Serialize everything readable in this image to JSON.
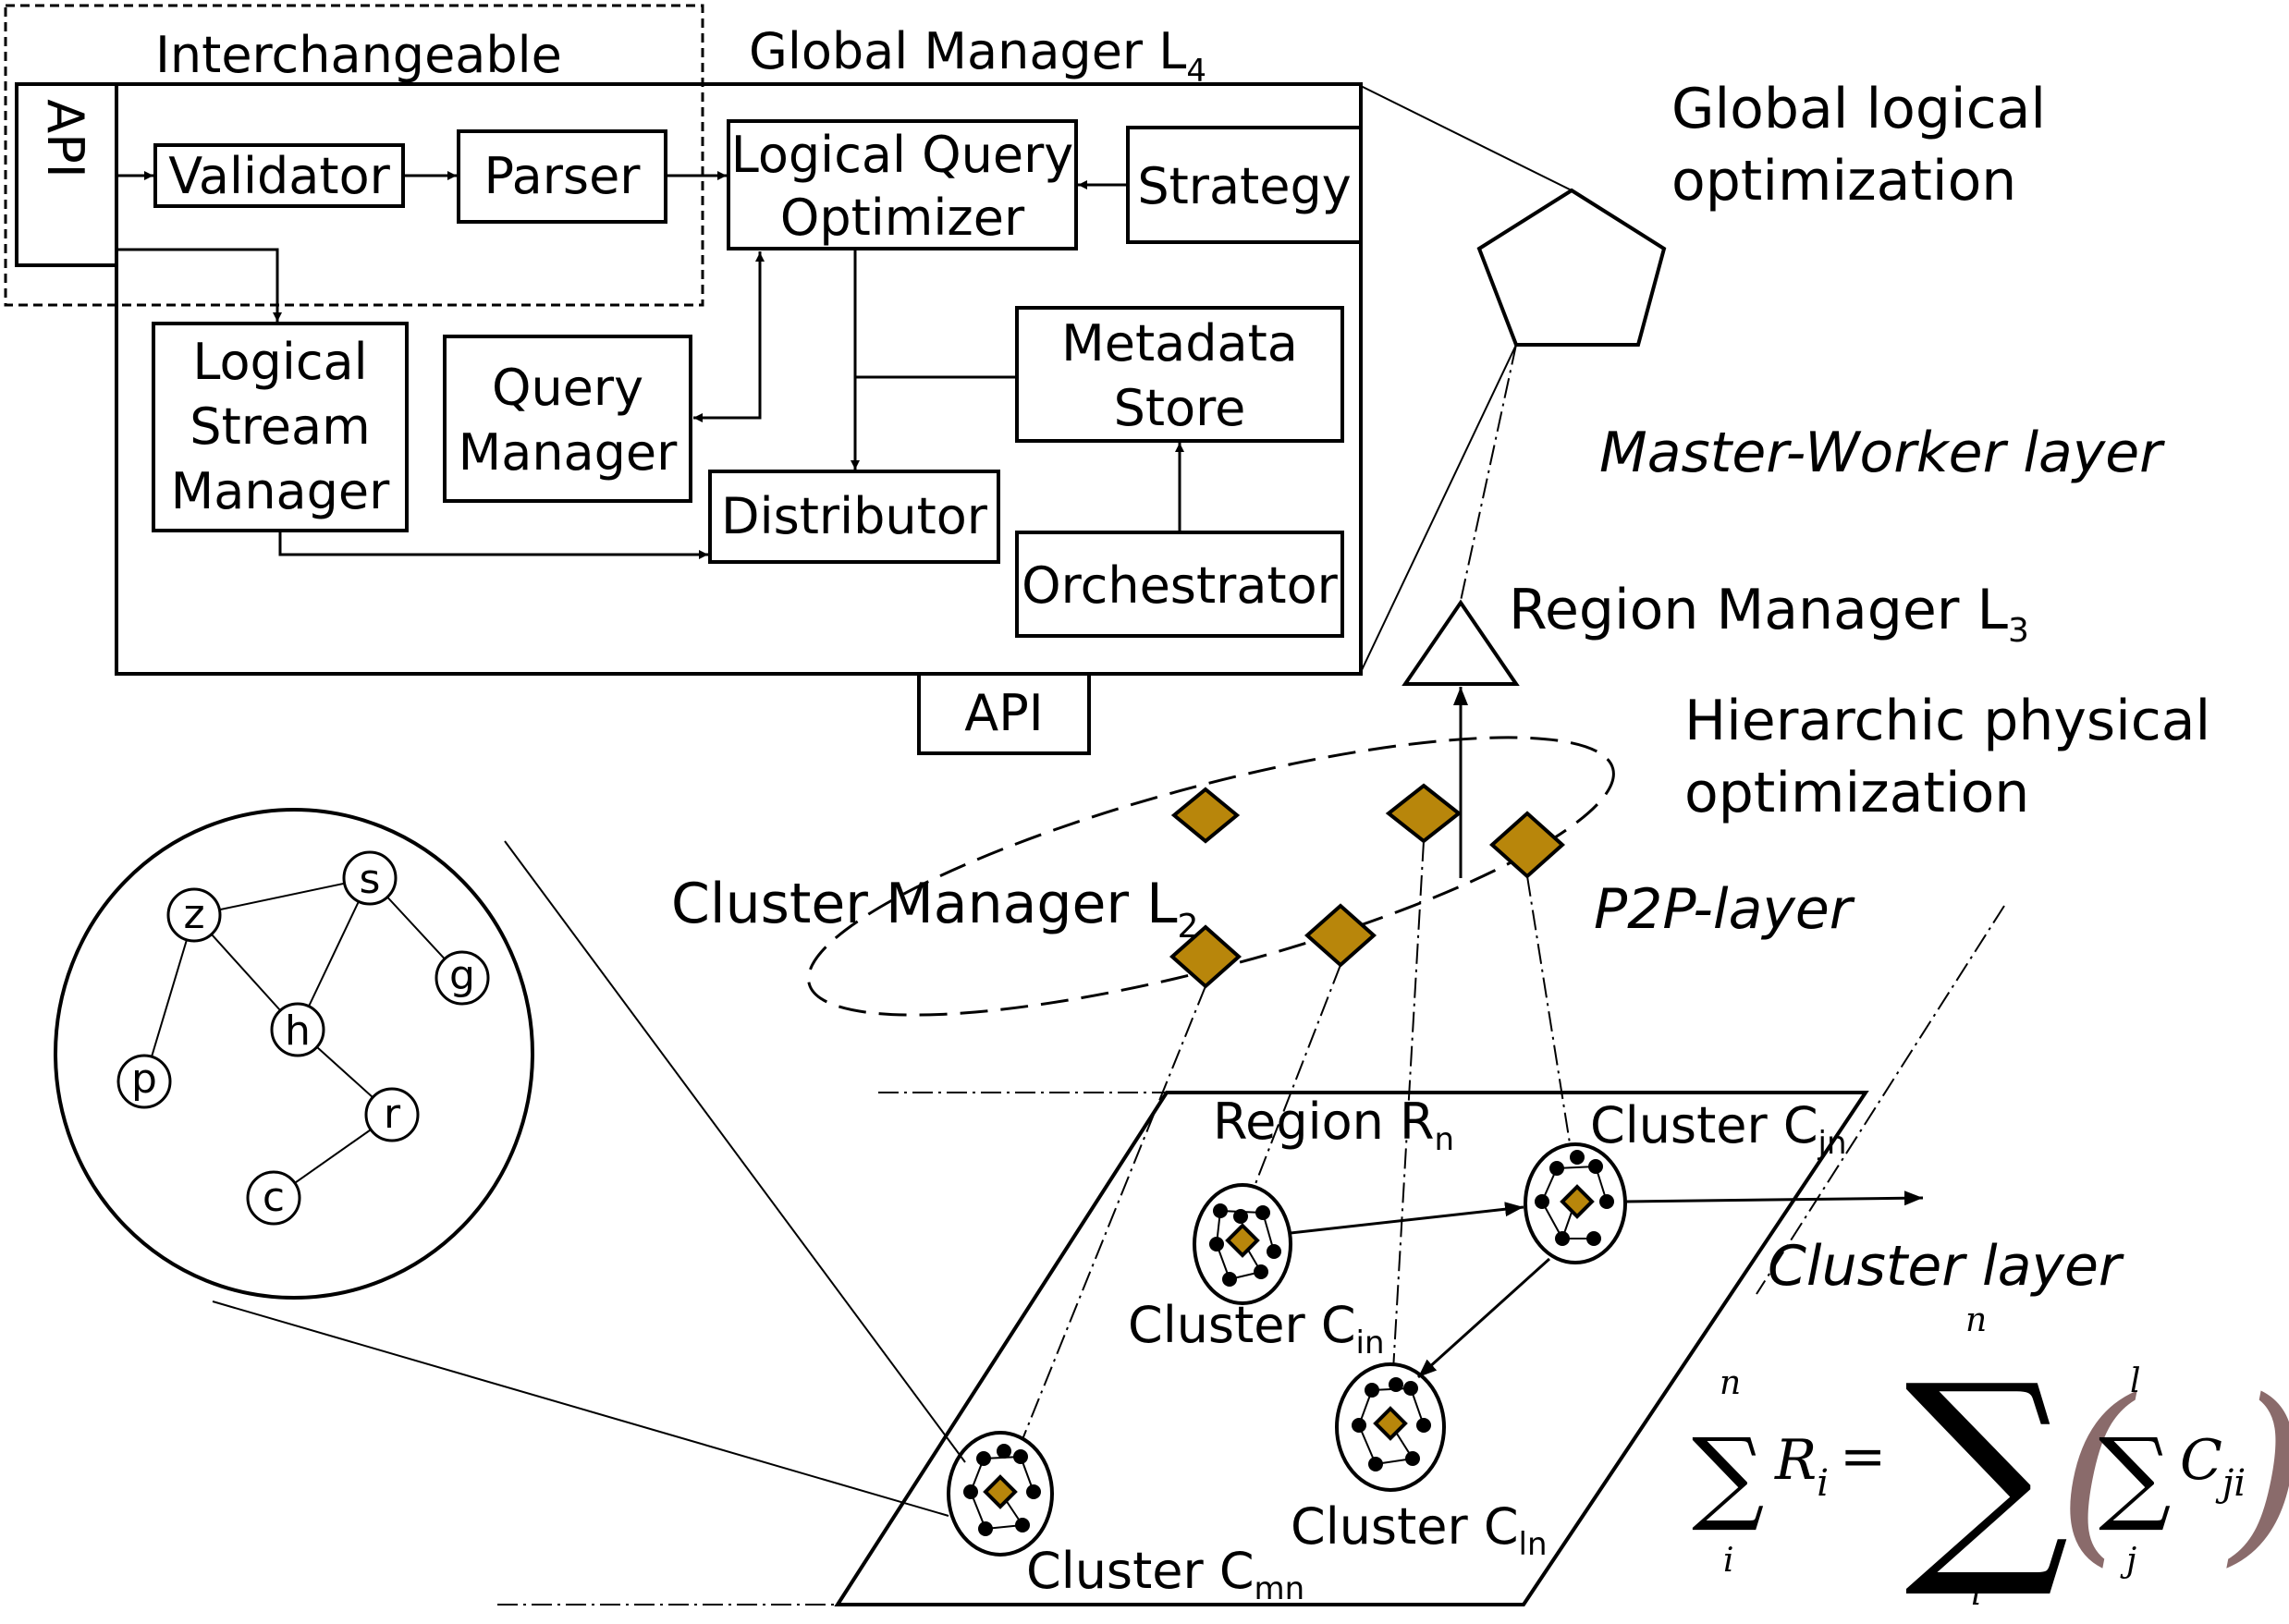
{
  "global_manager": {
    "interchangeable_label": "Interchangeable",
    "title_main": "Global Manager L",
    "title_sub": "4",
    "api_side_label": "API",
    "validator": "Validator",
    "parser": "Parser",
    "logical_query_optimizer_line1": "Logical Query",
    "logical_query_optimizer_line2": "Optimizer",
    "strategy": "Strategy",
    "logical_stream_manager_line1": "Logical",
    "logical_stream_manager_line2": "Stream",
    "logical_stream_manager_line3": "Manager",
    "query_manager_line1": "Query",
    "query_manager_line2": "Manager",
    "metadata_store_line1": "Metadata",
    "metadata_store_line2": "Store",
    "distributor": "Distributor",
    "orchestrator": "Orchestrator",
    "api_bottom_label": "API"
  },
  "layers": {
    "global_logical_opt_line1": "Global logical",
    "global_logical_opt_line2": "optimization",
    "master_worker_layer": "Master-Worker layer",
    "region_manager_main": "Region Manager L",
    "region_manager_sub": "3",
    "hierarchic_physical_line1": "Hierarchic physical",
    "hierarchic_physical_line2": "optimization",
    "cluster_manager_main": "Cluster Manager L",
    "cluster_manager_sub": "2",
    "p2p_layer": "P2P-layer",
    "cluster_layer": "Cluster layer"
  },
  "region": {
    "region_main": "Region R",
    "region_sub": "n",
    "cluster_jn_main": "Cluster C",
    "cluster_jn_sub": "jn",
    "cluster_in_main": "Cluster C",
    "cluster_in_sub": "in",
    "cluster_ln_main": "Cluster C",
    "cluster_ln_sub": "ln",
    "cluster_mn_main": "Cluster C",
    "cluster_mn_sub": "mn"
  },
  "graph_zoom": {
    "nodes": [
      "s",
      "z",
      "g",
      "h",
      "p",
      "r",
      "c"
    ]
  },
  "formula": {
    "sum_symbol": "∑",
    "big_sum_symbol": "∑",
    "left_upper": "n",
    "left_lower": "i",
    "left_term": "R",
    "left_term_sub": "i",
    "equals": "=",
    "big_upper": "n",
    "big_lower": "i",
    "inner_upper": "l",
    "inner_lower": "j",
    "inner_term": "C",
    "inner_term_sub": "ji",
    "open_paren": "(",
    "close_paren": ")"
  },
  "colors": {
    "gold": "#b8860b",
    "paren": "#8a6b6b"
  }
}
